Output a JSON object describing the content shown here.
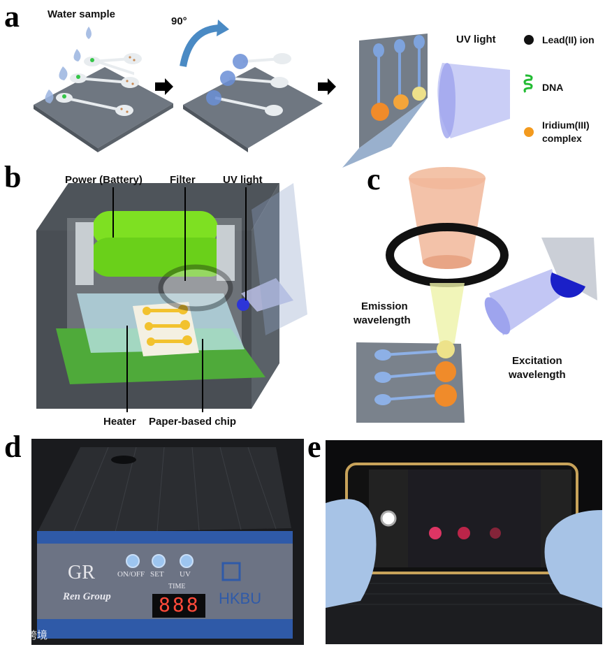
{
  "panels": {
    "a": {
      "letter": "a",
      "water_sample": "Water sample",
      "rotation": "90°",
      "uv_light": "UV light",
      "legend": [
        {
          "label": "Lead(II) ion",
          "icon": "black-dot-icon",
          "color": "#111111"
        },
        {
          "label": "DNA",
          "icon": "dna-coil-icon",
          "color": "#22bb33"
        },
        {
          "label": "Iridium(III)",
          "icon": "orange-dot-icon",
          "color": "#f39a1e"
        },
        {
          "label": "complex"
        }
      ]
    },
    "b": {
      "letter": "b",
      "power": "Power (Battery)",
      "filter": "Filter",
      "uv_light": "UV light",
      "heater": "Heater",
      "chip": "Paper-based chip"
    },
    "c": {
      "letter": "c",
      "emission_1": "Emission",
      "emission_2": "wavelength",
      "excitation_1": "Excitation",
      "excitation_2": "wavelength"
    },
    "d": {
      "letter": "d",
      "buttons": [
        "ON/OFF",
        "SET",
        "UV"
      ],
      "time_label": "TIME",
      "display": "888",
      "logo": "GR",
      "group": "Ren Group",
      "university": "HKBU"
    },
    "e": {
      "letter": "e"
    },
    "watermark": "大数跨境",
    "colors": {
      "uv": "#8f93ea",
      "battery": "#7ee022",
      "chip": "#f2c22e",
      "orange": "#f08b2a",
      "slate": "#707a86"
    }
  }
}
